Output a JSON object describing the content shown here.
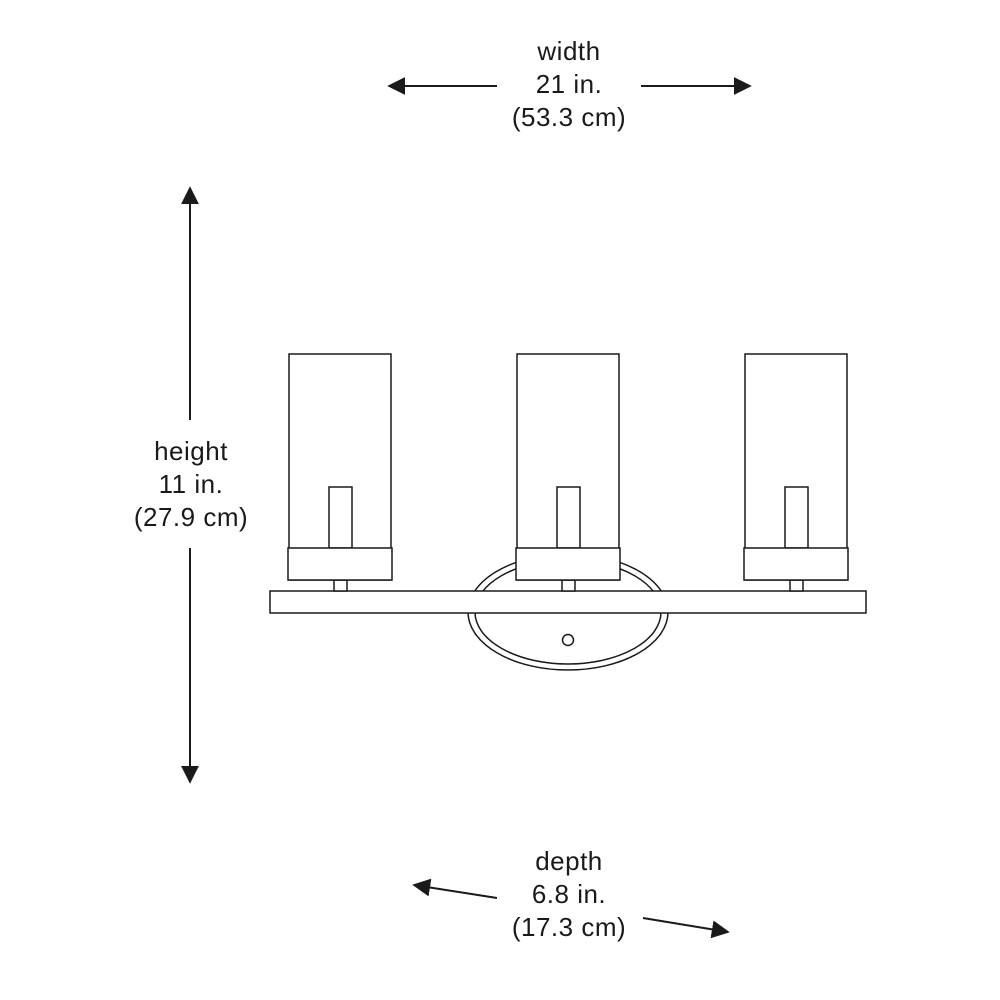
{
  "dimensions": {
    "width": {
      "label": "width",
      "imperial": "21 in.",
      "metric": "(53.3 cm)"
    },
    "height": {
      "label": "height",
      "imperial": "11 in.",
      "metric": "(27.9 cm)"
    },
    "depth": {
      "label": "depth",
      "imperial": "6.8 in.",
      "metric": "(17.3 cm)"
    }
  },
  "colors": {
    "line": "#1a1a1a",
    "background": "#ffffff"
  }
}
